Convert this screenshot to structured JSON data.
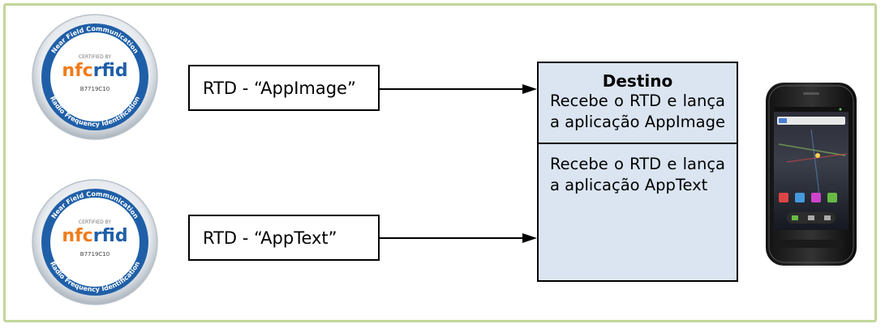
{
  "tags": [
    {
      "ring_top": "Near Field Communication",
      "ring_bottom": "Radio Frequency Identification",
      "certified": "CERTIFIED BY",
      "logo_nfc": "nfc",
      "logo_rfid": "rfid",
      "code": "B7719C10"
    },
    {
      "ring_top": "Near Field Communication",
      "ring_bottom": "Radio Frequency Identification",
      "certified": "CERTIFIED BY",
      "logo_nfc": "nfc",
      "logo_rfid": "rfid",
      "code": "B7719C10"
    }
  ],
  "messages": [
    {
      "label": "RTD - “AppImage”"
    },
    {
      "label": "RTD - “AppText”"
    }
  ],
  "destination": {
    "title": "Destino",
    "handlers": [
      {
        "text": "Recebe o RTD e lança a aplicação AppImage"
      },
      {
        "text": "Recebe o RTD e lança a aplicação AppText"
      }
    ]
  },
  "colors": {
    "frame_border": "#c3d69b",
    "destination_fill": "#dbe5f1",
    "logo_blue": "#1f5fa8",
    "logo_orange": "#f07c1a"
  },
  "icons": [
    "nfc-tag-icon",
    "nfc-tag-icon",
    "smartphone-icon"
  ]
}
